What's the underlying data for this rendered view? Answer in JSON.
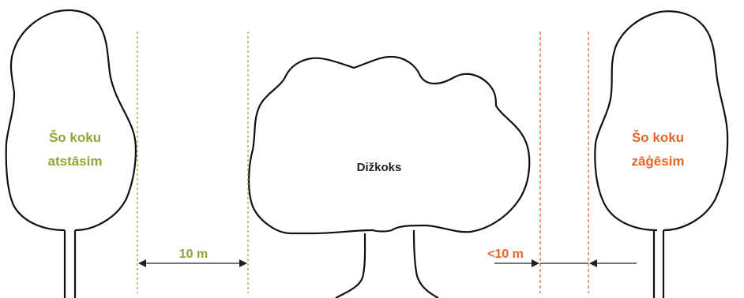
{
  "colors": {
    "outline": "#111111",
    "keep": "#97a13a",
    "cut": "#e8652a",
    "arrow": "#222222"
  },
  "labels": {
    "left_tree": {
      "line1": "Šo koku",
      "line2": "atstāsim"
    },
    "right_tree": {
      "line1": "Šo koku",
      "line2": "zāģēsim"
    },
    "center_tree": "Dižkoks",
    "distance_keep": "10 m",
    "distance_cut": "<10 m"
  }
}
